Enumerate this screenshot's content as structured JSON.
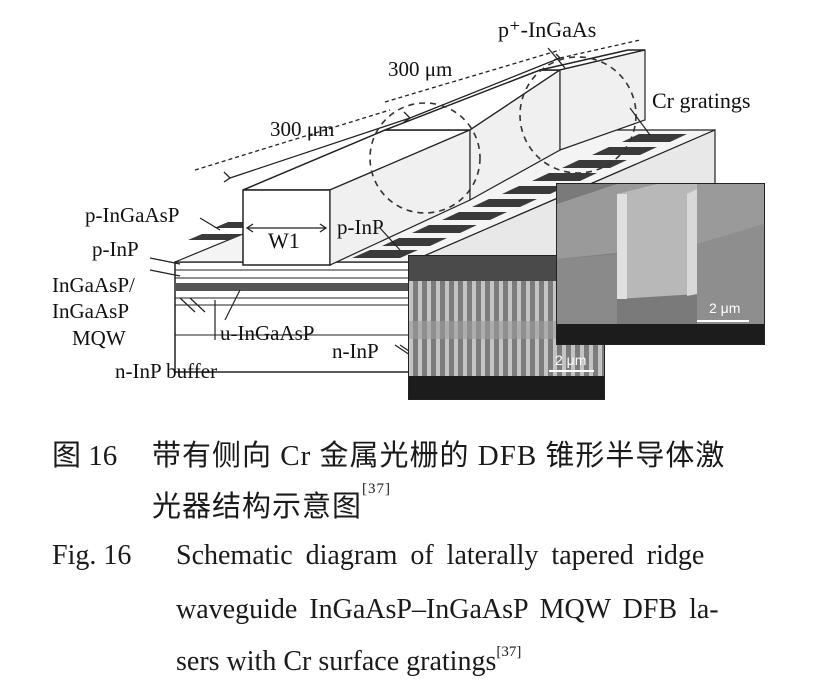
{
  "figure": {
    "labels": {
      "p_ingaas": "p⁺-InGaAs",
      "dim_top": "300 μm",
      "dim_left": "300 μm",
      "cr_gratings": "Cr gratings",
      "p_ingaasp": "p-InGaAsP",
      "p_inp_left": "p-InP",
      "w1": "W1",
      "p_inp_ridge": "p-InP",
      "ingaasp_mqw_1": "InGaAsP/",
      "ingaasp_mqw_2": "InGaAsP",
      "ingaasp_mqw_3": "MQW",
      "u_ingaasp": "u-InGaAsP",
      "n_inp": "n-InP",
      "n_inp_buffer": "n-InP buffer",
      "scale_bar_left": "2 μm",
      "scale_bar_right": "2 μm"
    }
  },
  "caption": {
    "zh_label": "图 16",
    "zh_line1": "带有侧向 Cr 金属光栅的 DFB 锥形半导体激",
    "zh_line2": "光器结构示意图",
    "zh_ref": "[37]",
    "en_label": "Fig. 16",
    "en_line1": "Schematic diagram of laterally tapered ridge",
    "en_line2": "waveguide InGaAsP–InGaAsP MQW DFB la-",
    "en_line3": "sers with Cr surface gratings",
    "en_ref": "[37]"
  }
}
